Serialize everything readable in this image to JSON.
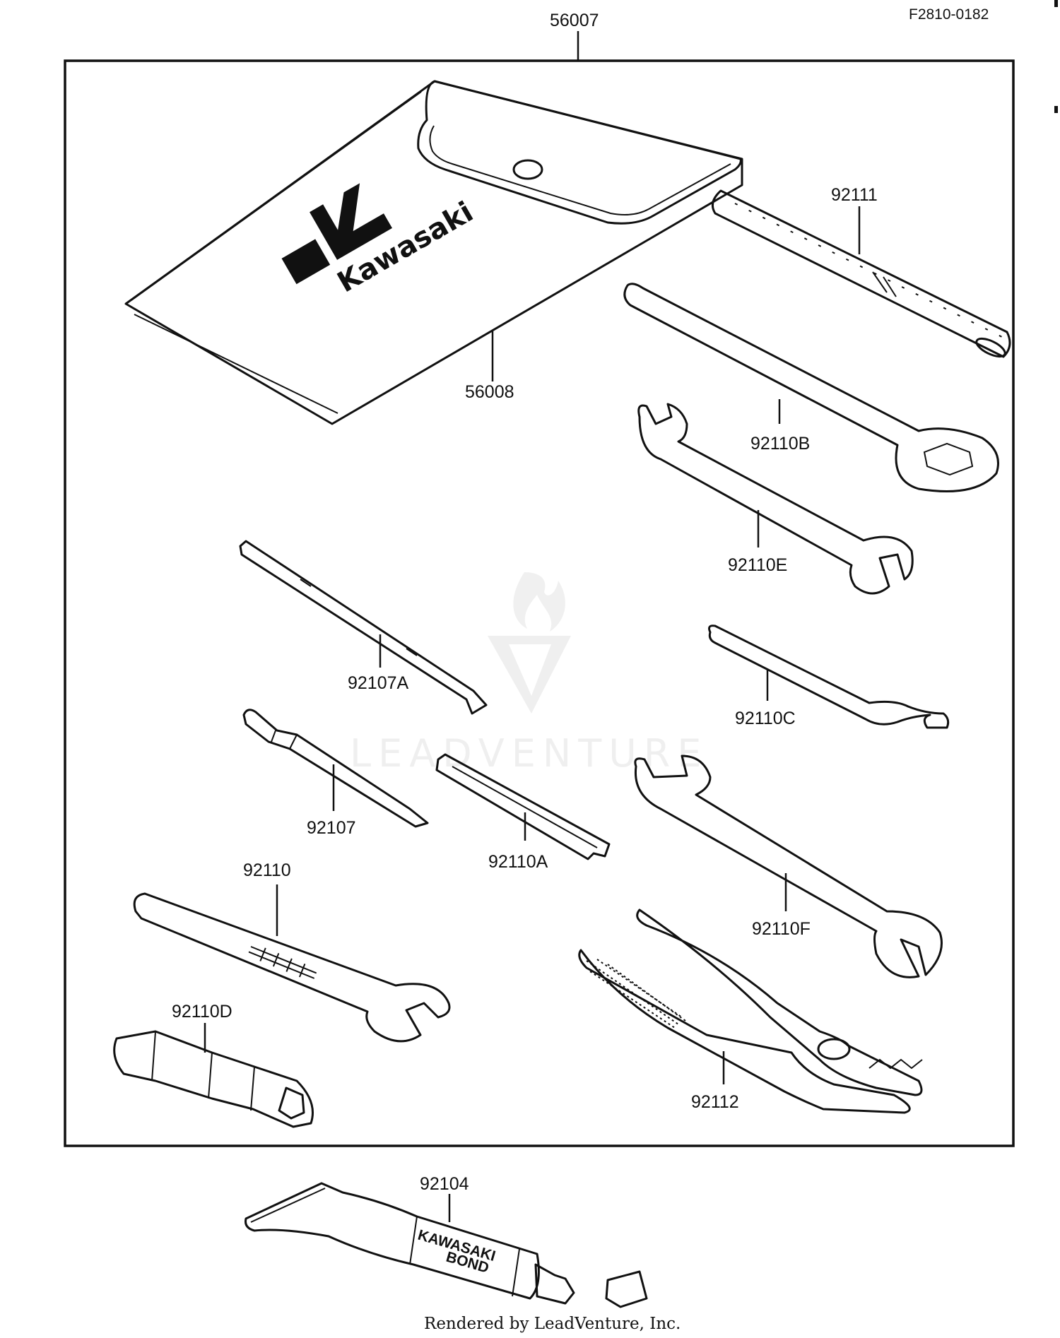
{
  "diagram_code": "F2810-0182",
  "footer_text": "Rendered by LeadVenture, Inc.",
  "watermark_text": "LEADVENTURE",
  "pouch_logo_text": "Kawasaki",
  "bond_label": [
    "KAWASAKI",
    "BOND"
  ],
  "kit_label": "56007",
  "parts": [
    {
      "id": "56008",
      "name": "tool-pouch"
    },
    {
      "id": "92111",
      "name": "handle-bar"
    },
    {
      "id": "92110B",
      "name": "hex-box-wrench"
    },
    {
      "id": "92110E",
      "name": "open-end-wrench-e"
    },
    {
      "id": "92107A",
      "name": "screwdriver-bit-a"
    },
    {
      "id": "92110C",
      "name": "hook-spanner"
    },
    {
      "id": "92107",
      "name": "screwdriver"
    },
    {
      "id": "92110A",
      "name": "flat-wrench-a"
    },
    {
      "id": "92110",
      "name": "open-end-wrench"
    },
    {
      "id": "92110F",
      "name": "open-end-wrench-f"
    },
    {
      "id": "92110D",
      "name": "spark-plug-socket"
    },
    {
      "id": "92112",
      "name": "pliers"
    },
    {
      "id": "92104",
      "name": "bond-tube"
    }
  ]
}
